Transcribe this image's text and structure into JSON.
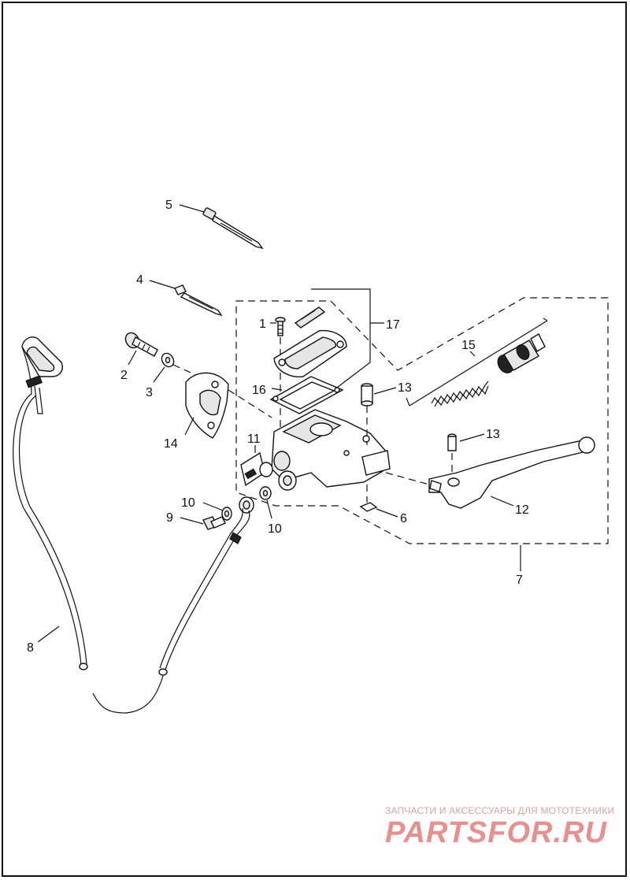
{
  "callouts": {
    "c1": "1",
    "c2": "2",
    "c3": "3",
    "c4": "4",
    "c5": "5",
    "c6": "6",
    "c7": "7",
    "c8": "8",
    "c9": "9",
    "c10a": "10",
    "c10b": "10",
    "c11": "11",
    "c12": "12",
    "c13a": "13",
    "c13b": "13",
    "c14": "14",
    "c15": "15",
    "c16": "16",
    "c17": "17"
  },
  "watermark": {
    "tagline": "ЗАПЧАСТИ И АКСЕССУАРЫ ДЛЯ МОТОТЕХНИКИ",
    "logo": "PARTSFOR.RU"
  },
  "colors": {
    "line": "#111111",
    "watermark": "#e88f8f"
  }
}
